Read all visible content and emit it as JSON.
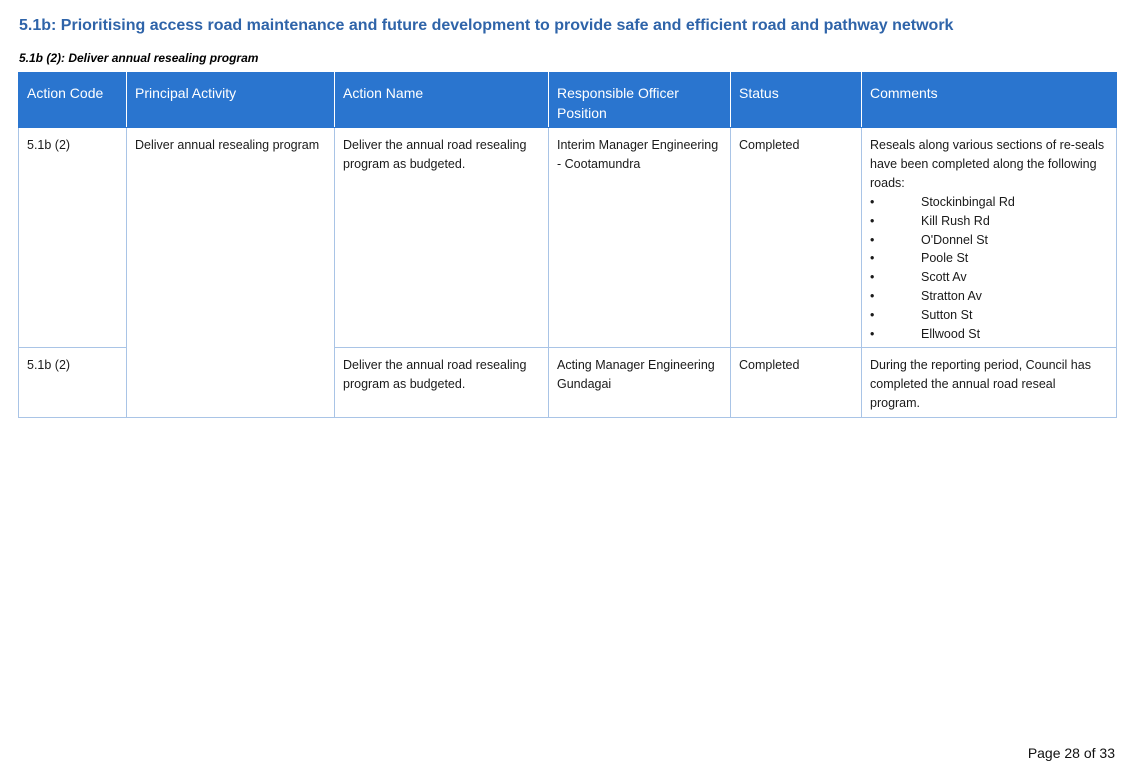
{
  "section_heading": "5.1b: Prioritising access road maintenance and future development to provide safe and efficient road and pathway network",
  "sub_heading": "5.1b (2): Deliver annual resealing program",
  "table": {
    "headers": {
      "action_code": "Action Code",
      "principal_activity": "Principal Activity",
      "action_name": "Action Name",
      "responsible_officer": "Responsible Officer Position",
      "status": "Status",
      "comments": "Comments"
    },
    "principal_activity": "Deliver annual resealing program",
    "rows": [
      {
        "action_code": "5.1b (2)",
        "action_name": "Deliver the annual road resealing program as budgeted.",
        "responsible_officer": "Interim Manager Engineering - Cootamundra",
        "status": "Completed",
        "comment_intro": "Reseals along various sections of re-seals have been completed along the following roads:",
        "roads": [
          "Stockinbingal Rd",
          "Kill Rush Rd",
          "O'Donnel St",
          "Poole St",
          "Scott Av",
          "Stratton Av",
          "Sutton St",
          "Ellwood St"
        ]
      },
      {
        "action_code": "5.1b (2)",
        "action_name": "Deliver the annual road resealing program as budgeted.",
        "responsible_officer": "Acting Manager Engineering Gundagai",
        "status": "Completed",
        "comment": "During the reporting period, Council has completed the annual road reseal program."
      }
    ]
  },
  "bullet_char": "•",
  "footer": {
    "page_label": "Page 28 of 33"
  }
}
